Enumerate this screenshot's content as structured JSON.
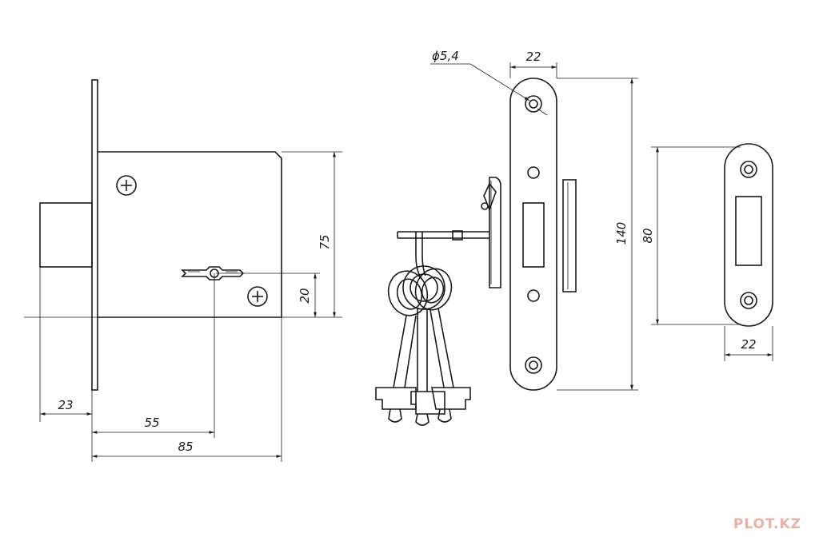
{
  "dimensions": {
    "lock_height": "75",
    "keyhole_offset": "20",
    "bolt_throw": "23",
    "backset": "55",
    "case_depth": "85",
    "hole_diameter": "ϕ5,4",
    "faceplate_width": "22",
    "faceplate_length": "140",
    "strike_length": "80",
    "strike_width": "22"
  },
  "watermark": "PLOT.KZ"
}
